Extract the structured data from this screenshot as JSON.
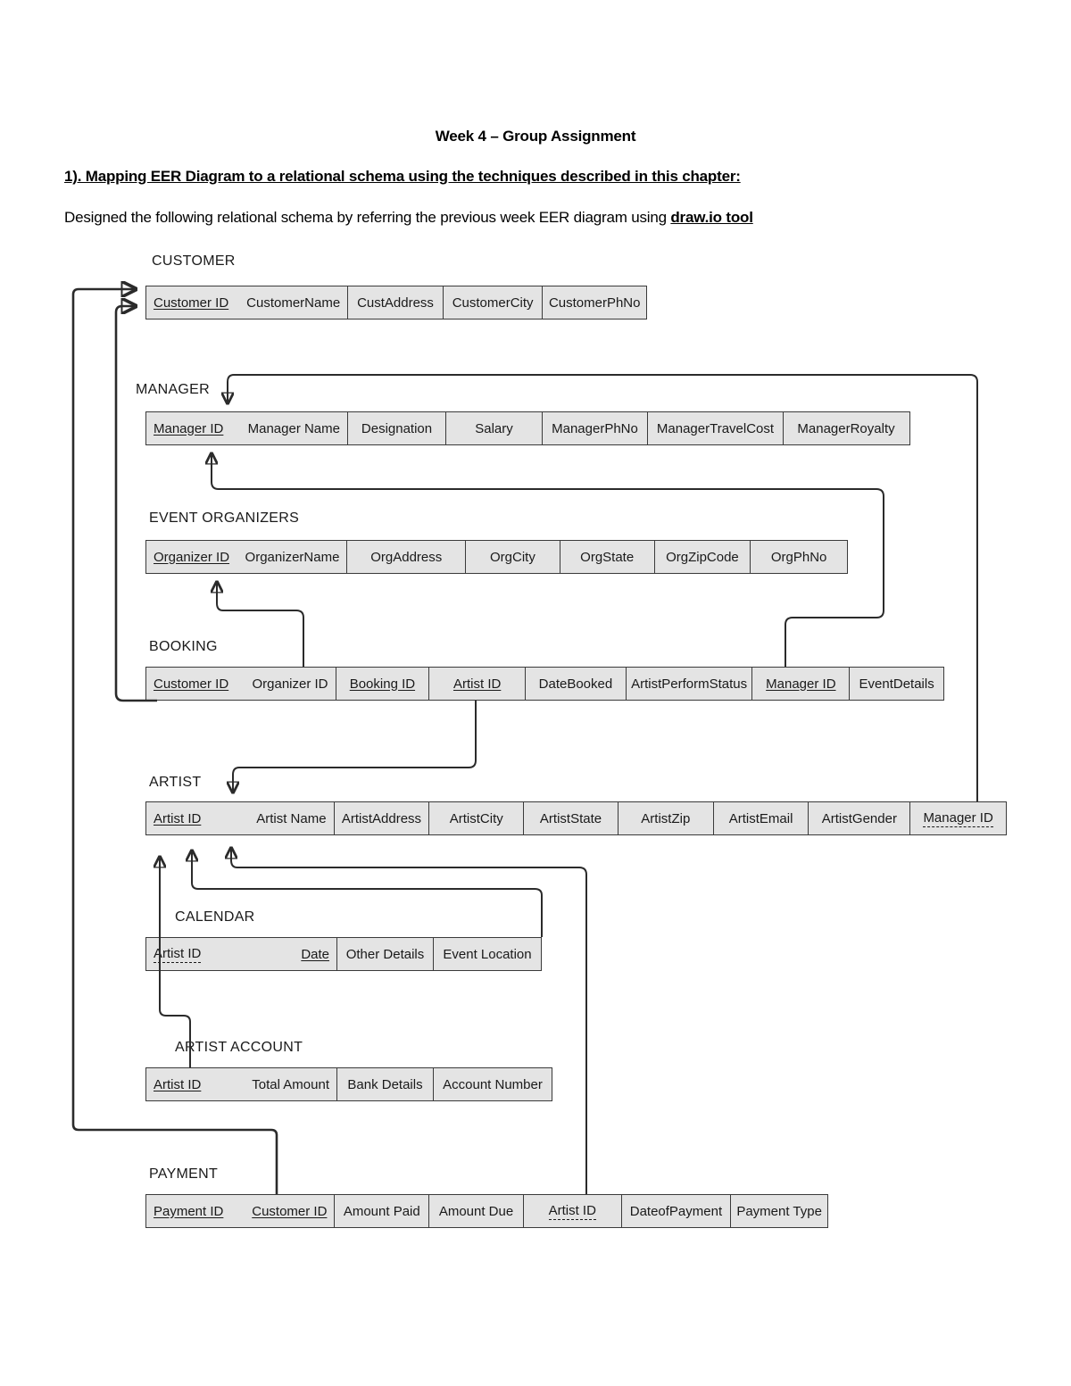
{
  "document": {
    "title": "Week 4 – Group Assignment",
    "question": "1). Mapping EER Diagram to a relational schema using the techniques described in this chapter:",
    "intro_before": "Designed the following relational schema by referring the previous week EER diagram using ",
    "intro_tool": "draw.io tool"
  },
  "diagram": {
    "type": "relational-schema",
    "relations": [
      {
        "name": "CUSTOMER",
        "attributes": [
          {
            "label": "Customer ID",
            "key": "pk"
          },
          {
            "label": "CustomerName",
            "key": "none"
          },
          {
            "label": "CustAddress",
            "key": "none"
          },
          {
            "label": "CustomerCity",
            "key": "none"
          },
          {
            "label": "CustomerPhNo",
            "key": "none"
          }
        ]
      },
      {
        "name": "MANAGER",
        "attributes": [
          {
            "label": "Manager ID",
            "key": "pk"
          },
          {
            "label": "Manager Name",
            "key": "none"
          },
          {
            "label": "Designation",
            "key": "none"
          },
          {
            "label": "Salary",
            "key": "none"
          },
          {
            "label": "ManagerPhNo",
            "key": "none"
          },
          {
            "label": "ManagerTravelCost",
            "key": "none"
          },
          {
            "label": "ManagerRoyalty",
            "key": "none"
          }
        ]
      },
      {
        "name": "EVENT ORGANIZERS",
        "attributes": [
          {
            "label": "Organizer ID",
            "key": "pk"
          },
          {
            "label": "OrganizerName",
            "key": "none"
          },
          {
            "label": "OrgAddress",
            "key": "none"
          },
          {
            "label": "OrgCity",
            "key": "none"
          },
          {
            "label": "OrgState",
            "key": "none"
          },
          {
            "label": "OrgZipCode",
            "key": "none"
          },
          {
            "label": "OrgPhNo",
            "key": "none"
          }
        ]
      },
      {
        "name": "BOOKING",
        "attributes": [
          {
            "label": "Customer ID",
            "key": "pk"
          },
          {
            "label": "Organizer ID",
            "key": "none"
          },
          {
            "label": "Booking ID",
            "key": "pk"
          },
          {
            "label": "Artist ID",
            "key": "pk"
          },
          {
            "label": "DateBooked",
            "key": "none"
          },
          {
            "label": "ArtistPerformStatus",
            "key": "none"
          },
          {
            "label": "Manager ID",
            "key": "pk"
          },
          {
            "label": "EventDetails",
            "key": "none"
          }
        ]
      },
      {
        "name": "ARTIST",
        "attributes": [
          {
            "label": "Artist ID",
            "key": "pk"
          },
          {
            "label": "Artist Name",
            "key": "none"
          },
          {
            "label": "ArtistAddress",
            "key": "none"
          },
          {
            "label": "ArtistCity",
            "key": "none"
          },
          {
            "label": "ArtistState",
            "key": "none"
          },
          {
            "label": "ArtistZip",
            "key": "none"
          },
          {
            "label": "ArtistEmail",
            "key": "none"
          },
          {
            "label": "ArtistGender",
            "key": "none"
          },
          {
            "label": "Manager ID",
            "key": "fk"
          }
        ]
      },
      {
        "name": "CALENDAR",
        "attributes": [
          {
            "label": "Artist ID",
            "key": "fk"
          },
          {
            "label": "Date",
            "key": "pk"
          },
          {
            "label": "Other Details",
            "key": "none"
          },
          {
            "label": "Event Location",
            "key": "none"
          }
        ]
      },
      {
        "name": "ARTIST ACCOUNT",
        "attributes": [
          {
            "label": "Artist ID",
            "key": "pk"
          },
          {
            "label": "Total Amount",
            "key": "none"
          },
          {
            "label": "Bank Details",
            "key": "none"
          },
          {
            "label": "Account Number",
            "key": "none"
          }
        ]
      },
      {
        "name": "PAYMENT",
        "attributes": [
          {
            "label": "Payment ID",
            "key": "pk"
          },
          {
            "label": "Customer ID",
            "key": "pk"
          },
          {
            "label": "Amount Paid",
            "key": "none"
          },
          {
            "label": "Amount Due",
            "key": "none"
          },
          {
            "label": "Artist ID",
            "key": "fk"
          },
          {
            "label": "DateofPayment",
            "key": "none"
          },
          {
            "label": "Payment Type",
            "key": "none"
          }
        ]
      }
    ],
    "references": [
      {
        "from": "BOOKING.Customer ID",
        "to": "CUSTOMER.Customer ID"
      },
      {
        "from": "PAYMENT.Customer ID",
        "to": "CUSTOMER.Customer ID"
      },
      {
        "from": "BOOKING.Organizer ID",
        "to": "EVENT ORGANIZERS.Organizer ID"
      },
      {
        "from": "BOOKING.Manager ID",
        "to": "MANAGER.Manager ID"
      },
      {
        "from": "ARTIST.Manager ID",
        "to": "MANAGER.Manager ID"
      },
      {
        "from": "BOOKING.Artist ID",
        "to": "ARTIST.Artist ID"
      },
      {
        "from": "CALENDAR.Artist ID",
        "to": "ARTIST.Artist ID"
      },
      {
        "from": "ARTIST ACCOUNT.Artist ID",
        "to": "ARTIST.Artist ID"
      },
      {
        "from": "PAYMENT.Artist ID",
        "to": "ARTIST.Artist ID"
      }
    ]
  },
  "colors": {
    "cell_fill": "#e4e4e4",
    "border": "#3a3a3a",
    "wire": "#2b2b2b",
    "text": "#1a1a1a"
  }
}
